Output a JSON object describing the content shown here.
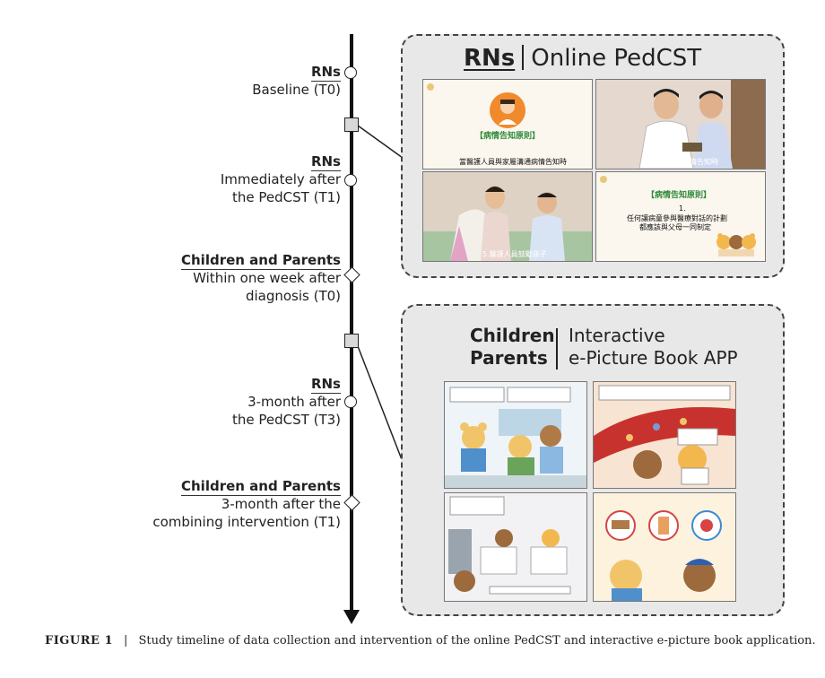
{
  "timeline": [
    {
      "group": "RNs",
      "text": [
        "Baseline (T0)"
      ],
      "marker": "circle"
    },
    {
      "group": "RNs",
      "text": [
        "Immediately after",
        "the PedCST (T1)"
      ],
      "marker": "circle"
    },
    {
      "group": "Children and Parents",
      "text": [
        "Within one week after",
        "diagnosis (T0)"
      ],
      "marker": "diamond"
    },
    {
      "group": "RNs",
      "text": [
        "3-month after",
        "the PedCST (T3)"
      ],
      "marker": "circle"
    },
    {
      "group": "Children and Parents",
      "text": [
        "3-month after the",
        "combining intervention (T1)"
      ],
      "marker": "diamond"
    }
  ],
  "panel_top": {
    "title_bold": "RNs",
    "title_rest": "Online PedCST",
    "screens": [
      {
        "subtitle": "【病情告知原則】",
        "caption": "當醫護人員與家屬溝通病情告知時",
        "icon": "nurse-avatar-icon"
      },
      {
        "subtitle": "",
        "caption": "與孩子溝通病情告知時",
        "icon": "doctor-patient-photo"
      },
      {
        "subtitle": "",
        "caption": "5.醫護人員鼓勵孩子",
        "icon": "family-bedside-photo"
      },
      {
        "subtitle": "【病情告知原則】",
        "lines": [
          "1.",
          "任何讓病童參與醫療對話的計劃",
          "都應該與父母一同制定"
        ],
        "icon": "bear-mascots-icon"
      }
    ]
  },
  "panel_bottom": {
    "title_bold_1": "Children",
    "title_bold_2": "Parents",
    "title_rest_1": "Interactive",
    "title_rest_2": "e-Picture Book APP",
    "pages": [
      {
        "icon": "bear-hospital-scene"
      },
      {
        "icon": "bear-blood-vessel-scene"
      },
      {
        "icon": "bear-ward-scene"
      },
      {
        "icon": "bear-food-choice-scene"
      }
    ]
  },
  "caption": {
    "label": "FIGURE 1",
    "separator": "|",
    "text": "Study timeline of data collection and intervention of the online PedCST and interactive e-picture book application."
  }
}
